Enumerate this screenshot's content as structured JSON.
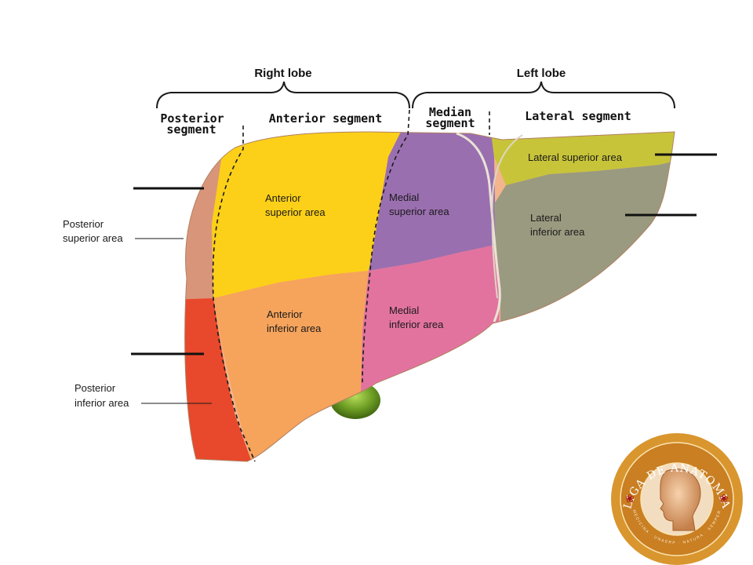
{
  "lobes": {
    "right": "Right lobe",
    "left": "Left lobe"
  },
  "segments": {
    "posterior": [
      "Posterior",
      "segment"
    ],
    "anterior": "Anterior segment",
    "median": [
      "Median",
      "segment"
    ],
    "lateral": "Lateral segment"
  },
  "areas": {
    "anterior_superior": [
      "Anterior",
      "superior area"
    ],
    "anterior_inferior": [
      "Anterior",
      "inferior area"
    ],
    "medial_superior": [
      "Medial",
      "superior area"
    ],
    "medial_inferior": [
      "Medial",
      "inferior area"
    ],
    "lateral_superior": "Lateral superior area",
    "lateral_inferior": [
      "Lateral",
      "inferior area"
    ],
    "posterior_superior": [
      "Posterior",
      "superior area"
    ],
    "posterior_inferior": [
      "Posterior",
      "inferior area"
    ]
  },
  "logo": {
    "title": "LIGA DE ANATOMIA",
    "motto": "MEDICINA · UNAERP · NATURA · SEMPER"
  },
  "colors": {
    "posterior_superior": "#d9957a",
    "posterior_inferior": "#e8482b",
    "anterior_superior": "#fcd018",
    "anterior_inferior": "#f6a35c",
    "medial_superior": "#9a6fb0",
    "medial_inferior": "#e2739f",
    "lateral_superior": "#c8c43a",
    "lateral_inferior": "#9a9a80",
    "gallbladder": "#6a9a22",
    "logo_gold": "#d9962e"
  }
}
